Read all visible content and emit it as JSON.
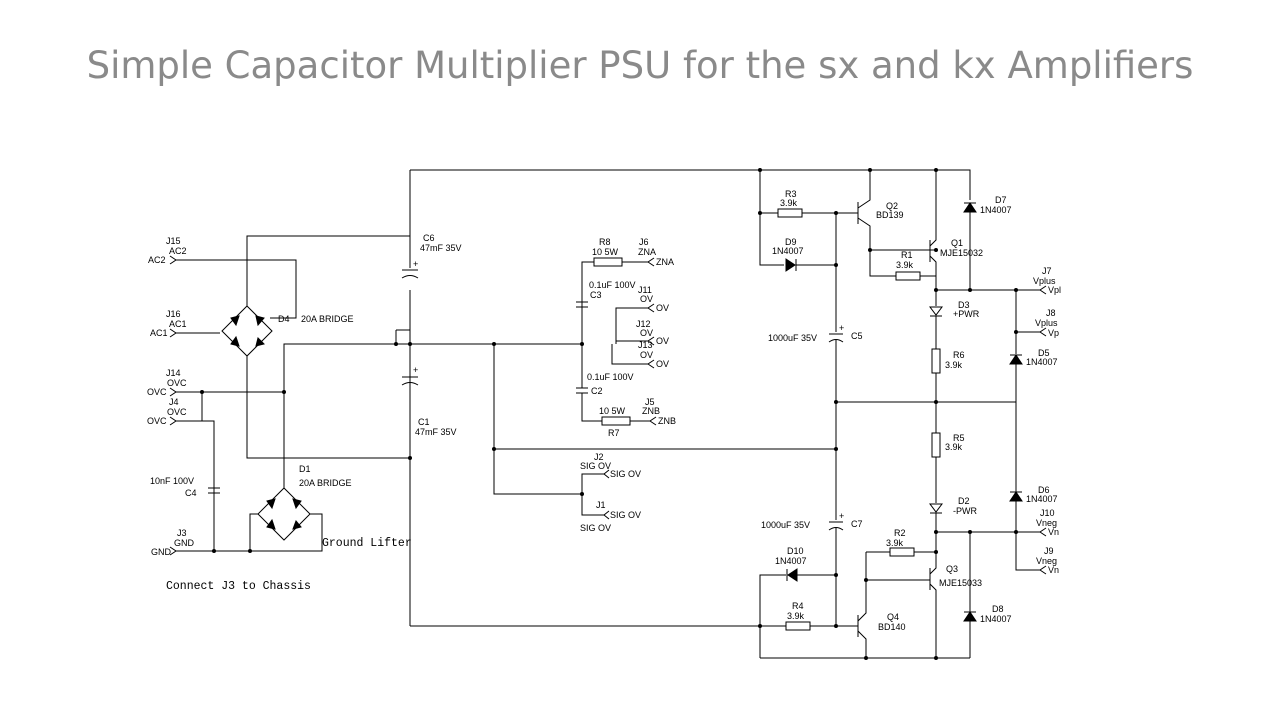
{
  "slide": {
    "title": "Simple Capacitor Multiplier PSU for the sx and kx Amplifiers"
  },
  "connectors": {
    "j15": {
      "ref": "J15",
      "name": "AC2",
      "net": "AC2"
    },
    "j16": {
      "ref": "J16",
      "name": "AC1",
      "net": "AC1"
    },
    "j14": {
      "ref": "J14",
      "name": "OVC",
      "net": "OVC"
    },
    "j4": {
      "ref": "J4",
      "name": "OVC",
      "net": "OVC"
    },
    "j3": {
      "ref": "J3",
      "name": "GND",
      "net": "GND"
    },
    "j6": {
      "ref": "J6",
      "name": "ZNA",
      "net": "ZNA"
    },
    "j11": {
      "ref": "J11",
      "name": "OV",
      "net": "OV"
    },
    "j12": {
      "ref": "J12",
      "name": "OV",
      "net": "OV"
    },
    "j13": {
      "ref": "J13",
      "name": "OV",
      "net": "OV"
    },
    "j5": {
      "ref": "J5",
      "name": "ZNB",
      "net": "ZNB"
    },
    "j2": {
      "ref": "J2",
      "name": "SIG OV",
      "net": "SIG OV"
    },
    "j1": {
      "ref": "J1",
      "name": "SIG OV",
      "net": "SIG OV"
    },
    "j7": {
      "ref": "J7",
      "name": "Vplus",
      "net": "Vpl"
    },
    "j8": {
      "ref": "J8",
      "name": "Vplus",
      "net": "Vp"
    },
    "j10": {
      "ref": "J10",
      "name": "Vneg",
      "net": "Vn"
    },
    "j9": {
      "ref": "J9",
      "name": "Vneg",
      "net": "Vn"
    }
  },
  "parts": {
    "d4": {
      "ref": "D4",
      "value": "20A BRIDGE"
    },
    "d1": {
      "ref": "D1",
      "value": "20A BRIDGE"
    },
    "c4": {
      "ref": "C4",
      "value": "10nF 100V"
    },
    "c6": {
      "ref": "C6",
      "value": "47mF 35V"
    },
    "c1": {
      "ref": "C1",
      "value": "47mF 35V"
    },
    "r8": {
      "ref": "R8",
      "value": "10 5W"
    },
    "r7": {
      "ref": "R7",
      "value": "10 5W"
    },
    "c3": {
      "ref": "C3",
      "value": "0.1uF 100V"
    },
    "c2": {
      "ref": "C2",
      "value": "0.1uF 100V"
    },
    "r3": {
      "ref": "R3",
      "value": "3.9k"
    },
    "d9": {
      "ref": "D9",
      "value": "1N4007"
    },
    "q2": {
      "ref": "Q2",
      "value": "BD139"
    },
    "q1": {
      "ref": "Q1",
      "value": "MJE15032"
    },
    "r1": {
      "ref": "R1",
      "value": "3.9k"
    },
    "d7": {
      "ref": "D7",
      "value": "1N4007"
    },
    "d3": {
      "ref": "D3",
      "value": "+PWR"
    },
    "r6": {
      "ref": "R6",
      "value": "3.9k"
    },
    "d5": {
      "ref": "D5",
      "value": "1N4007"
    },
    "c5": {
      "ref": "C5",
      "value": "1000uF 35V"
    },
    "r5": {
      "ref": "R5",
      "value": "3.9k"
    },
    "d2": {
      "ref": "D2",
      "value": "-PWR"
    },
    "d6": {
      "ref": "D6",
      "value": "1N4007"
    },
    "c7": {
      "ref": "C7",
      "value": "1000uF 35V"
    },
    "r2": {
      "ref": "R2",
      "value": "3.9k"
    },
    "q3": {
      "ref": "Q3",
      "value": "MJE15033"
    },
    "d10": {
      "ref": "D10",
      "value": "1N4007"
    },
    "r4": {
      "ref": "R4",
      "value": "3.9k"
    },
    "q4": {
      "ref": "Q4",
      "value": "BD140"
    },
    "d8": {
      "ref": "D8",
      "value": "1N4007"
    }
  },
  "notes": {
    "ground_lifter": "Ground Lifter",
    "chassis": "Connect J3 to Chassis"
  }
}
